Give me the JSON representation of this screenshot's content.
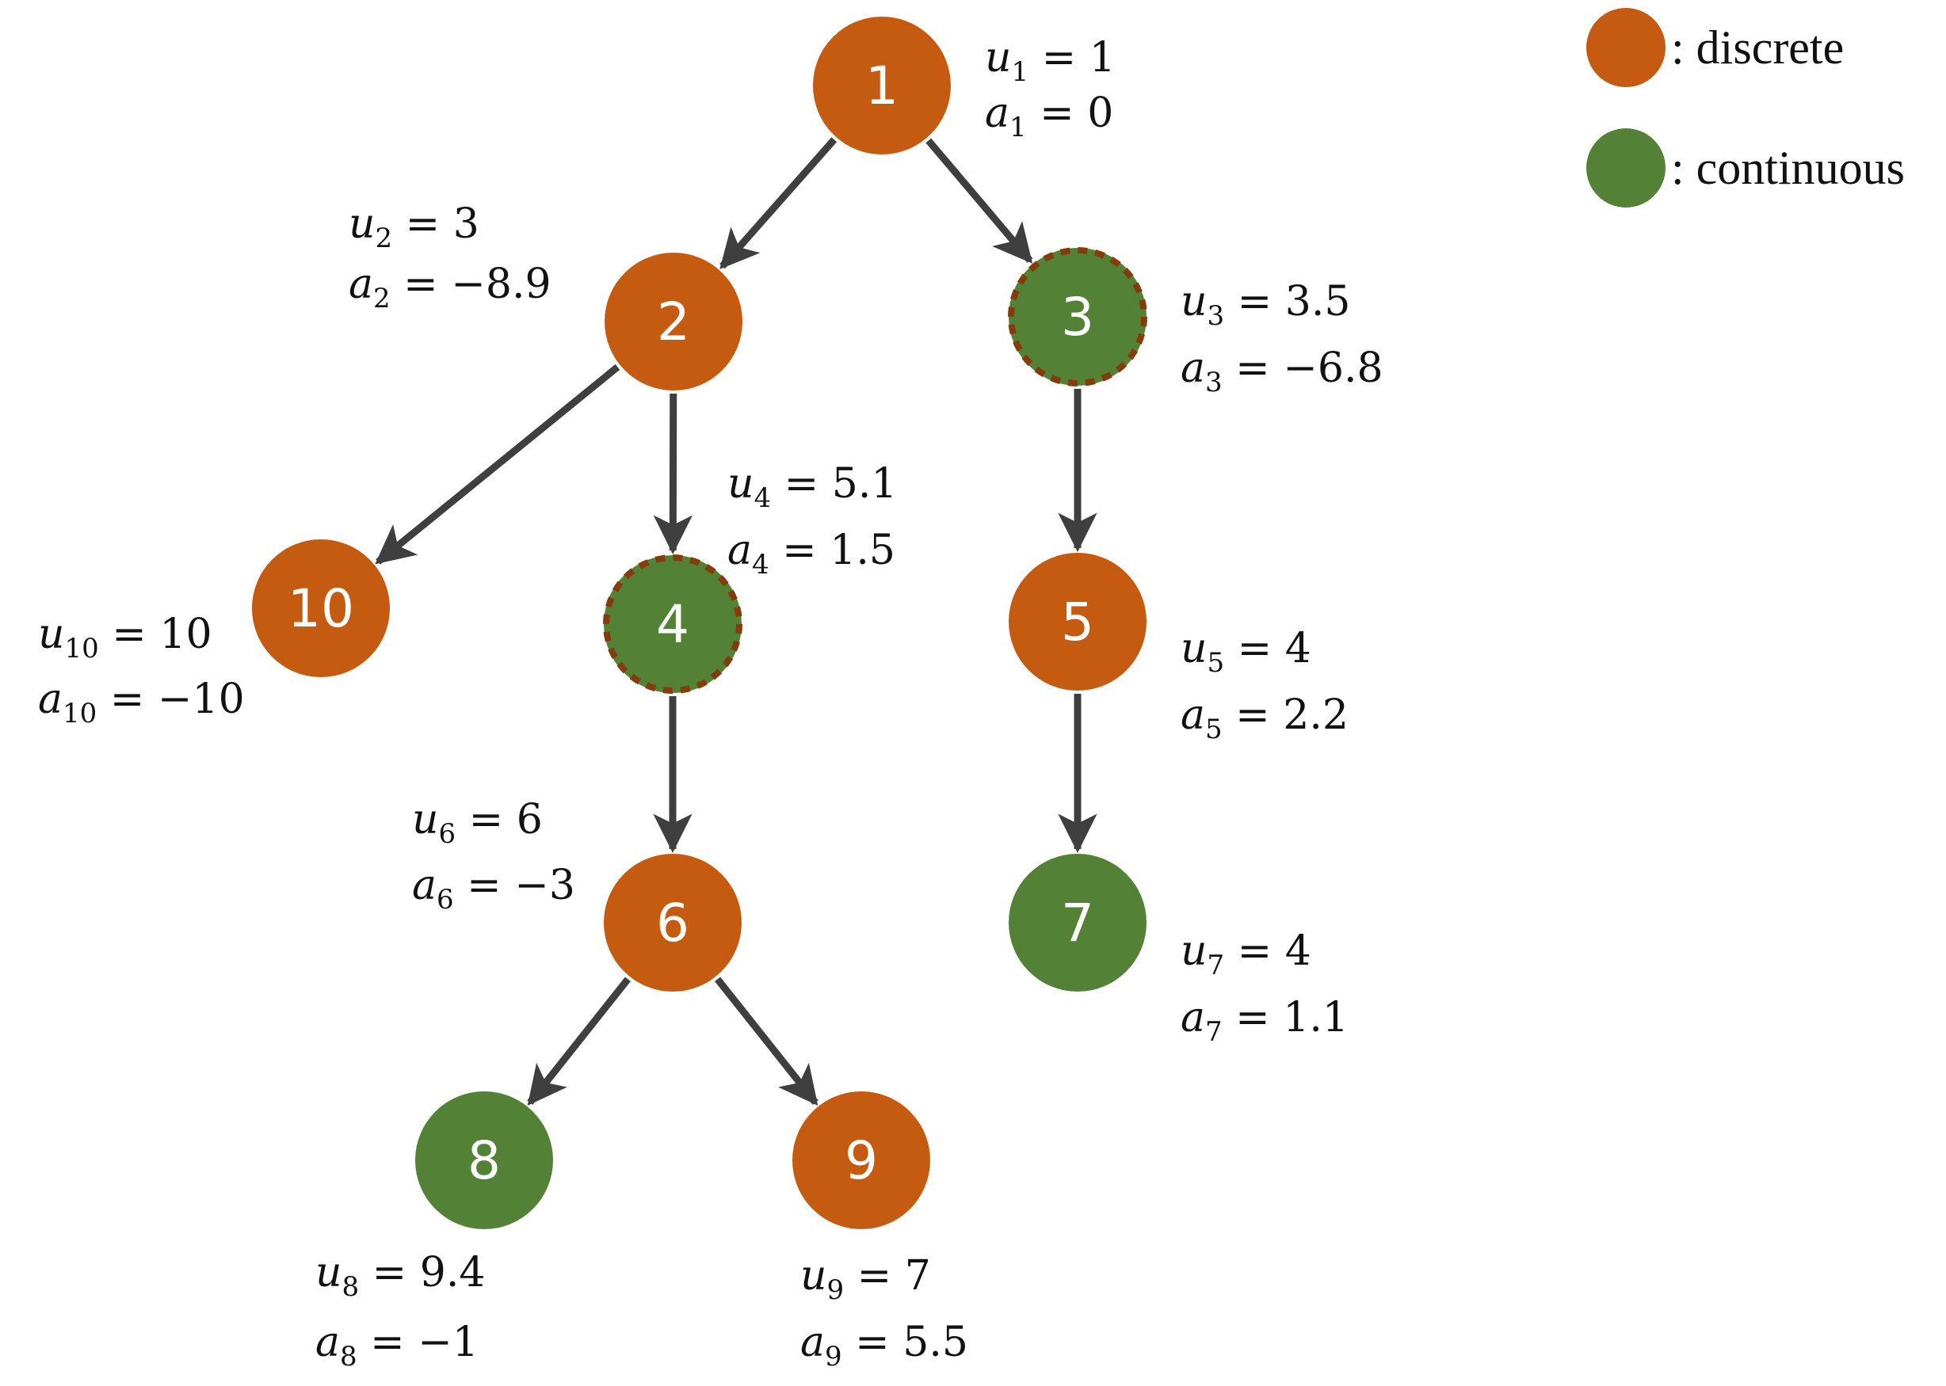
{
  "colors": {
    "discrete": "#c55a11",
    "continuous": "#538135",
    "edge": "#3f3f3f",
    "dashed_border": "#843c0c",
    "node_text": "#ffffff"
  },
  "legend": [
    {
      "type": "discrete",
      "label": ": discrete"
    },
    {
      "type": "continuous",
      "label": ": continuous"
    }
  ],
  "nodes": [
    {
      "id": "1",
      "type": "discrete",
      "dashed": false,
      "u": "1",
      "a": "0"
    },
    {
      "id": "2",
      "type": "discrete",
      "dashed": false,
      "u": "3",
      "a": "−8.9"
    },
    {
      "id": "3",
      "type": "continuous",
      "dashed": true,
      "u": "3.5",
      "a": "−6.8"
    },
    {
      "id": "4",
      "type": "continuous",
      "dashed": true,
      "u": "5.1",
      "a": "1.5"
    },
    {
      "id": "5",
      "type": "discrete",
      "dashed": false,
      "u": "4",
      "a": "2.2"
    },
    {
      "id": "6",
      "type": "discrete",
      "dashed": false,
      "u": "6",
      "a": "−3"
    },
    {
      "id": "7",
      "type": "continuous",
      "dashed": false,
      "u": "4",
      "a": "1.1"
    },
    {
      "id": "8",
      "type": "continuous",
      "dashed": false,
      "u": "9.4",
      "a": "−1"
    },
    {
      "id": "9",
      "type": "discrete",
      "dashed": false,
      "u": "7",
      "a": "5.5"
    },
    {
      "id": "10",
      "type": "discrete",
      "dashed": false,
      "u": "10",
      "a": "−10"
    }
  ],
  "edges": [
    {
      "from": "1",
      "to": "2"
    },
    {
      "from": "1",
      "to": "3"
    },
    {
      "from": "2",
      "to": "10"
    },
    {
      "from": "2",
      "to": "4"
    },
    {
      "from": "3",
      "to": "5"
    },
    {
      "from": "4",
      "to": "6"
    },
    {
      "from": "5",
      "to": "7"
    },
    {
      "from": "6",
      "to": "8"
    },
    {
      "from": "6",
      "to": "9"
    }
  ]
}
